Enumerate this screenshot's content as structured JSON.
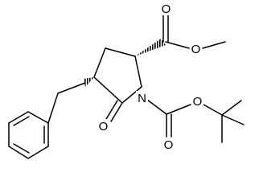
{
  "atoms": {
    "n1": "N",
    "o_ring_carbonyl": "O",
    "o_ester_carbonyl": "O",
    "o_ester_ether": "O",
    "o_boc_carbonyl": "O",
    "o_boc_ether": "O"
  }
}
